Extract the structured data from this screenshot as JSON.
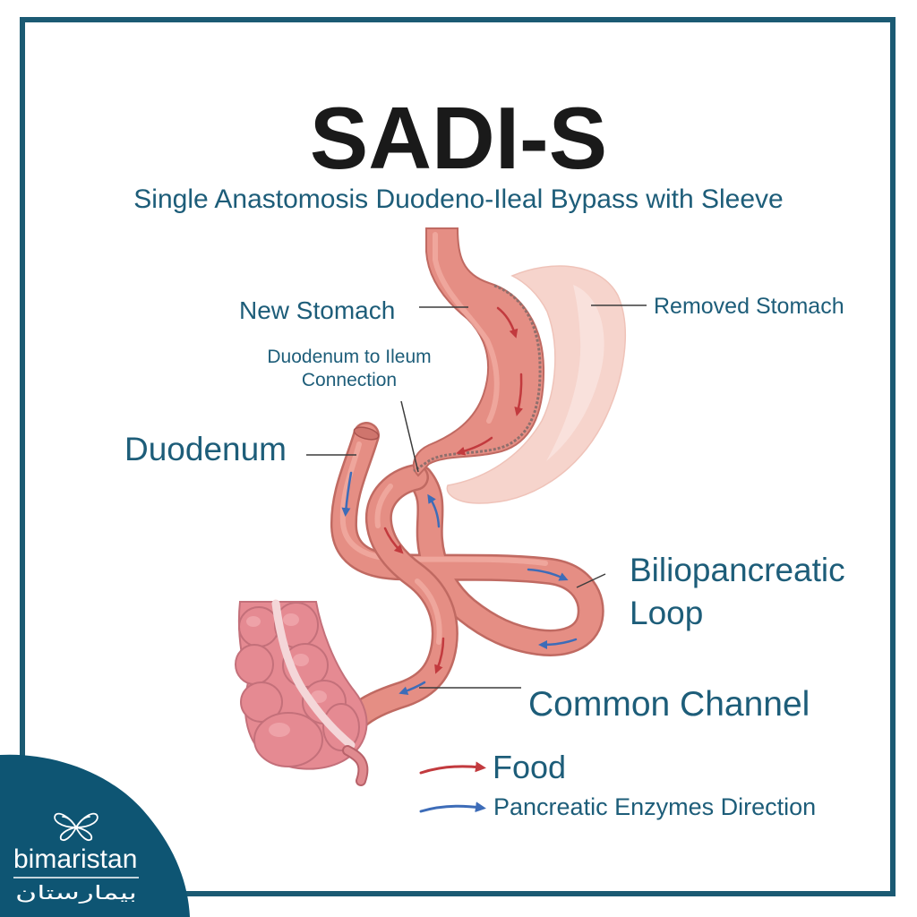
{
  "title": "SADI-S",
  "subtitle": "Single Anastomosis Duodeno-Ileal Bypass with Sleeve",
  "labels": {
    "new_stomach": "New Stomach",
    "removed_stomach": "Removed Stomach",
    "duodenum_to_ileum_connection": [
      "Duodenum to Ileum",
      "Connection"
    ],
    "duodenum": "Duodenum",
    "biliopancreatic_loop": [
      "Biliopancreatic",
      "Loop"
    ],
    "common_channel": "Common Channel"
  },
  "legend": [
    {
      "label": "Food",
      "color": "#c23a3e"
    },
    {
      "label": "Pancreatic Enzymes Direction",
      "color": "#3d6cb8"
    }
  ],
  "brand": {
    "name": "bimaristan",
    "name_arabic": "بيمارستان",
    "icon": "butterfly-icon"
  },
  "colors": {
    "frame": "#1b5a73",
    "label_text": "#1d5d79",
    "title_text": "#1a1a1a",
    "tissue": "#e58e84",
    "removed_stomach": "#f6d4cc",
    "colon": "#e58a92",
    "brand_background": "#0e5573"
  }
}
